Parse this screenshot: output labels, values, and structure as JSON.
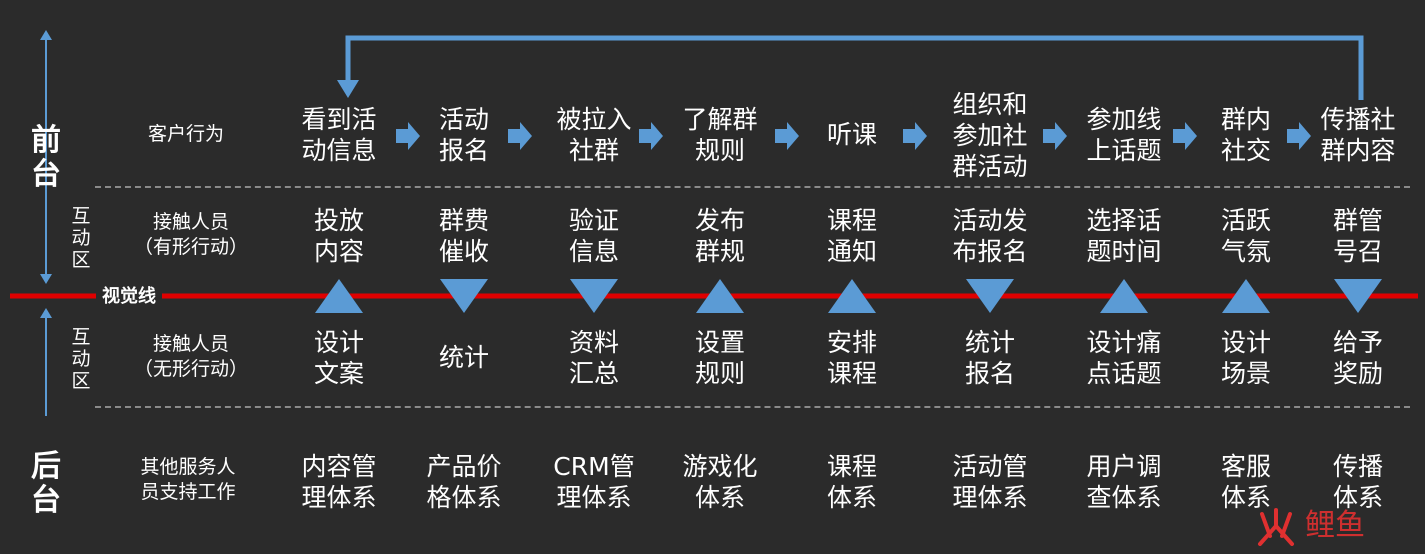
{
  "front_stage": "前\n台",
  "back_stage": "后\n台",
  "interaction_zone": "互\n动\n区",
  "visibility_line": "视觉线",
  "row_labels": {
    "customer": "客户行为",
    "visible": "接触人员\n（有形行动）",
    "invisible": "接触人员\n（无形行动）",
    "support": "其他服务人\n员支持工作"
  },
  "customer_actions": [
    "看到活\n动信息",
    "活动\n报名",
    "被拉入\n社群",
    "了解群\n规则",
    "听课",
    "组织和\n参加社\n群活动",
    "参加线\n上话题",
    "群内\n社交",
    "传播社\n群内容"
  ],
  "visible_actions": [
    "投放\n内容",
    "群费\n催收",
    "验证\n信息",
    "发布\n群规",
    "课程\n通知",
    "活动发\n布报名",
    "选择话\n题时间",
    "活跃\n气氛",
    "群管\n号召"
  ],
  "triangle_directions": [
    "up",
    "down",
    "down",
    "up",
    "up",
    "down",
    "up",
    "up",
    "down"
  ],
  "invisible_actions": [
    "设计\n文案",
    "统计",
    "资料\n汇总",
    "设置\n规则",
    "安排\n课程",
    "统计\n报名",
    "设计痛\n点话题",
    "设计\n场景",
    "给予\n奖励"
  ],
  "support_systems": [
    "内容管\n理体系",
    "产品价\n格体系",
    "CRM管\n理体系",
    "游戏化\n体系",
    "课程\n体系",
    "活动管\n理体系",
    "用户调\n查体系",
    "客服\n体系",
    "传播\n体系"
  ],
  "watermark": "火鲤鱼",
  "colors": {
    "accent_blue": "#5b9bd5",
    "line_red": "#e00000",
    "background": "#2b2b2b"
  }
}
